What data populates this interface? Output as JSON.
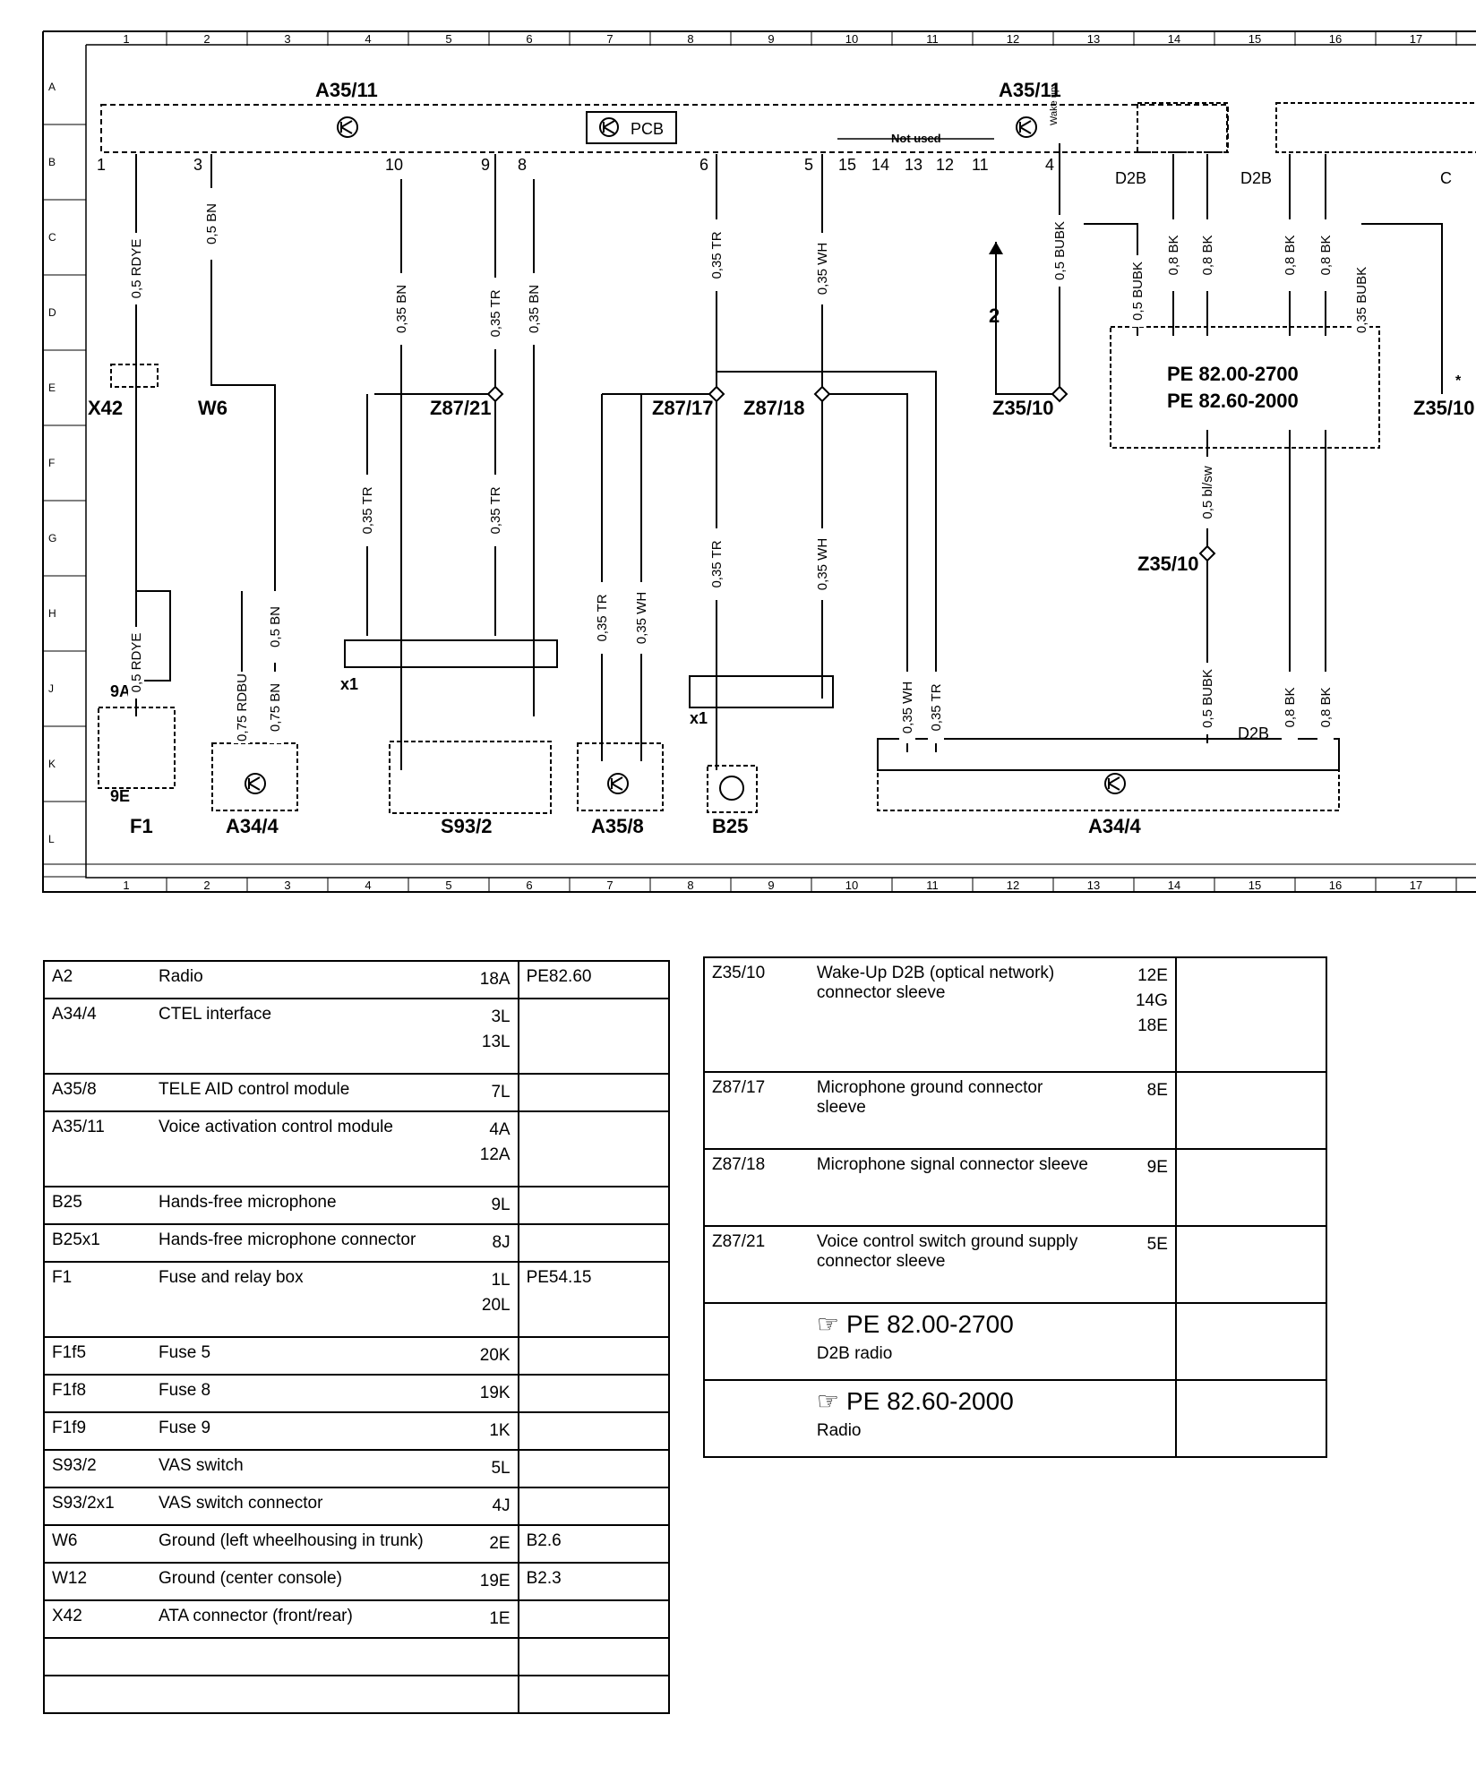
{
  "grid": {
    "columns": [
      "1",
      "2",
      "3",
      "4",
      "5",
      "6",
      "7",
      "8",
      "9",
      "10",
      "11",
      "12",
      "13",
      "14",
      "15",
      "16",
      "17"
    ],
    "rows": [
      "A",
      "B",
      "C",
      "D",
      "E",
      "F",
      "G",
      "H",
      "J",
      "K",
      "L"
    ]
  },
  "modules": {
    "a35_11_left": "A35/11",
    "a35_11_right": "A35/11",
    "pcb": "PCB",
    "not_used": "Not used",
    "wake_up": "Wake up",
    "a34_4_bottom": "A34/4",
    "a34_4_left": "A34/4",
    "s93_2": "S93/2",
    "a35_8": "A35/8",
    "b25": "B25",
    "f1": "F1",
    "x42": "X42",
    "w6": "W6",
    "z87_21": "Z87/21",
    "z87_17": "Z87/17",
    "z87_18": "Z87/18",
    "z35_10_a": "Z35/10",
    "z35_10_b": "Z35/10",
    "z35_10_c": "Z35/10",
    "d2b": "D2B",
    "x1": "x1",
    "c": "C",
    "f1_9a": "9A",
    "f1_9e": "9E",
    "arrow_num": "2",
    "star": "*"
  },
  "pins_top": [
    "1",
    "3",
    "10",
    "9",
    "8",
    "6",
    "5",
    "15",
    "14",
    "13",
    "12",
    "11",
    "4"
  ],
  "wires": {
    "w1": "0,5 RDYE",
    "w2": "0,5 BN",
    "w3": "0,35 BN",
    "w4": "0,35 TR",
    "w5": "0,35 BN",
    "w6": "0,35 TR",
    "w7": "0,35 WH",
    "w8": "0,5 BUBK",
    "w9": "0,5 BUBK",
    "w10": "0,8 BK",
    "w11": "0,8 BK",
    "w12": "0,8 BK",
    "w13": "0,8 BK",
    "w14": "0,35 BUBK",
    "w15": "0,35 TR",
    "w16": "0,35 TR",
    "w17": "0,35 TR",
    "w18": "0,35 WH",
    "w19": "0,35 TR",
    "w20": "0,35 WH",
    "w21": "0,35 WH",
    "w22": "0,35 TR",
    "w23": "0,5 RDYE",
    "w24": "0,75 RDBU",
    "w25": "0,75 BN",
    "w26": "0,5 BN",
    "w27": "0,5 bl/sw",
    "w28": "0,5 BUBK",
    "w29": "0,8 BK",
    "w30": "0,8 BK"
  },
  "ref_box": {
    "line1": "PE 82.00-2700",
    "line2": "PE 82.60-2000"
  },
  "legend_left": [
    {
      "code": "A2",
      "desc": "Radio",
      "loc": "18A",
      "pe": "PE82.60"
    },
    {
      "code": "A34/4",
      "desc": "CTEL interface",
      "loc": "3L\n13L",
      "pe": ""
    },
    {
      "code": "A35/8",
      "desc": "TELE AID control module",
      "loc": "7L",
      "pe": ""
    },
    {
      "code": "A35/11",
      "desc": "Voice activation control module",
      "loc": "4A\n12A",
      "pe": ""
    },
    {
      "code": "B25",
      "desc": "Hands-free microphone",
      "loc": "9L",
      "pe": ""
    },
    {
      "code": "B25x1",
      "desc": "Hands-free microphone connector",
      "loc": "8J",
      "pe": ""
    },
    {
      "code": "F1",
      "desc": "Fuse and relay box",
      "loc": "1L\n20L",
      "pe": "PE54.15"
    },
    {
      "code": "F1f5",
      "desc": "Fuse 5",
      "loc": "20K",
      "pe": ""
    },
    {
      "code": "F1f8",
      "desc": "Fuse 8",
      "loc": "19K",
      "pe": ""
    },
    {
      "code": "F1f9",
      "desc": "Fuse 9",
      "loc": "1K",
      "pe": ""
    },
    {
      "code": "S93/2",
      "desc": "VAS switch",
      "loc": "5L",
      "pe": ""
    },
    {
      "code": "S93/2x1",
      "desc": "VAS switch connector",
      "loc": "4J",
      "pe": ""
    },
    {
      "code": "W6",
      "desc": "Ground (left wheelhousing in trunk)",
      "loc": "2E",
      "pe": "B2.6"
    },
    {
      "code": "W12",
      "desc": "Ground (center console)",
      "loc": "19E",
      "pe": "B2.3"
    },
    {
      "code": "X42",
      "desc": "ATA connector (front/rear)",
      "loc": "1E",
      "pe": ""
    },
    {
      "code": "",
      "desc": "",
      "loc": "",
      "pe": ""
    },
    {
      "code": "",
      "desc": "",
      "loc": "",
      "pe": ""
    }
  ],
  "legend_right": [
    {
      "code": "Z35/10",
      "desc": "Wake-Up D2B (optical network) connector sleeve",
      "loc": "12E\n14G\n18E",
      "pe": ""
    },
    {
      "code": "Z87/17",
      "desc": "Microphone ground connector sleeve",
      "loc": "8E",
      "pe": ""
    },
    {
      "code": "Z87/18",
      "desc": "Microphone signal connector sleeve",
      "loc": "9E",
      "pe": ""
    },
    {
      "code": "Z87/21",
      "desc": "Voice control switch ground supply connector sleeve",
      "loc": "5E",
      "pe": ""
    }
  ],
  "legend_refs": [
    {
      "ref": "PE 82.00-2700",
      "sub": "D2B radio"
    },
    {
      "ref": "PE 82.60-2000",
      "sub": "Radio"
    }
  ]
}
